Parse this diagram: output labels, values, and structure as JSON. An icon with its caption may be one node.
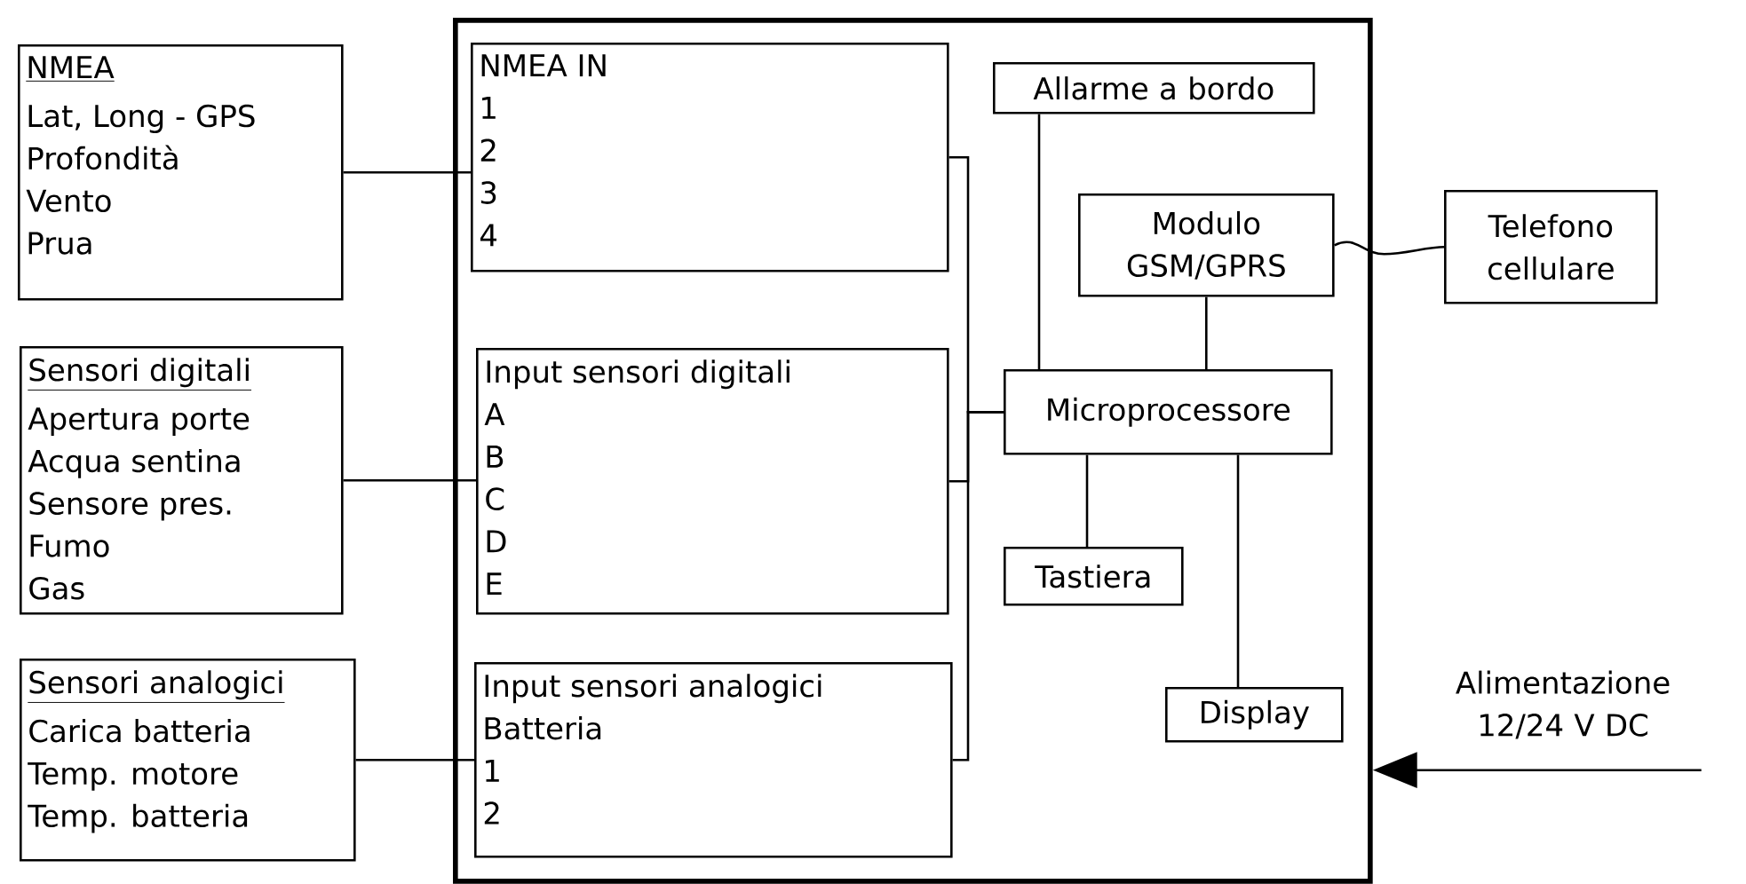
{
  "diagram": {
    "nodes": [
      {
        "text": [],
        "shape": "box"
      },
      {
        "text": [
          "NMEA",
          "Lat, Long - GPS",
          "Profondità",
          "Vento",
          "Prua"
        ]
      },
      {
        "text": [
          "Sensori digitali",
          "Apertura porte",
          "Acqua sentina",
          "Sensore pres.",
          "Fumo",
          "Gas"
        ]
      },
      {
        "text": [
          "Sensori analogici",
          "Carica batteria",
          "Temp. motore",
          "Temp. batteria"
        ]
      },
      {
        "text": [
          "NMEA IN",
          "1",
          "2",
          "3",
          "4"
        ],
        "in": 0
      },
      {
        "text": [
          "Input sensori digitali",
          "A",
          "B",
          "C",
          "D",
          "E"
        ],
        "in": 0
      },
      {
        "text": [
          "Input sensori analogici",
          "Batteria",
          "1",
          "2"
        ],
        "in": 0
      },
      {
        "text": [
          "Allarme a bordo"
        ],
        "in": 0
      },
      {
        "text": [
          "Modulo GSM/GPRS"
        ],
        "in": 0
      },
      {
        "text": [
          "Microprocessore"
        ],
        "in": 0
      },
      {
        "text": [
          "Tastiera"
        ],
        "in": 0
      },
      {
        "text": [
          "Display"
        ],
        "in": 0
      },
      {
        "text": [
          "Telefono cellulare"
        ]
      }
    ],
    "edges": [
      {
        "from": 1,
        "to": 4,
        "arrow": "none"
      },
      {
        "from": 2,
        "to": 5,
        "arrow": "none"
      },
      {
        "from": 3,
        "to": 6,
        "arrow": "none"
      },
      {
        "from": 4,
        "to": 9,
        "arrow": "none"
      },
      {
        "from": 5,
        "to": 9,
        "arrow": "none"
      },
      {
        "from": 6,
        "to": 9,
        "arrow": "none"
      },
      {
        "from": 7,
        "to": 9,
        "arrow": "none"
      },
      {
        "from": 8,
        "to": 9,
        "arrow": "none"
      },
      {
        "from": 9,
        "to": 10,
        "arrow": "none"
      },
      {
        "from": 9,
        "to": 11,
        "arrow": "none"
      },
      {
        "from": 8,
        "to": 12,
        "arrow": "none"
      },
      {
        "from": null,
        "to": 0,
        "arrow": "to",
        "label": "Alimentazione 12/24 V DC"
      }
    ]
  }
}
